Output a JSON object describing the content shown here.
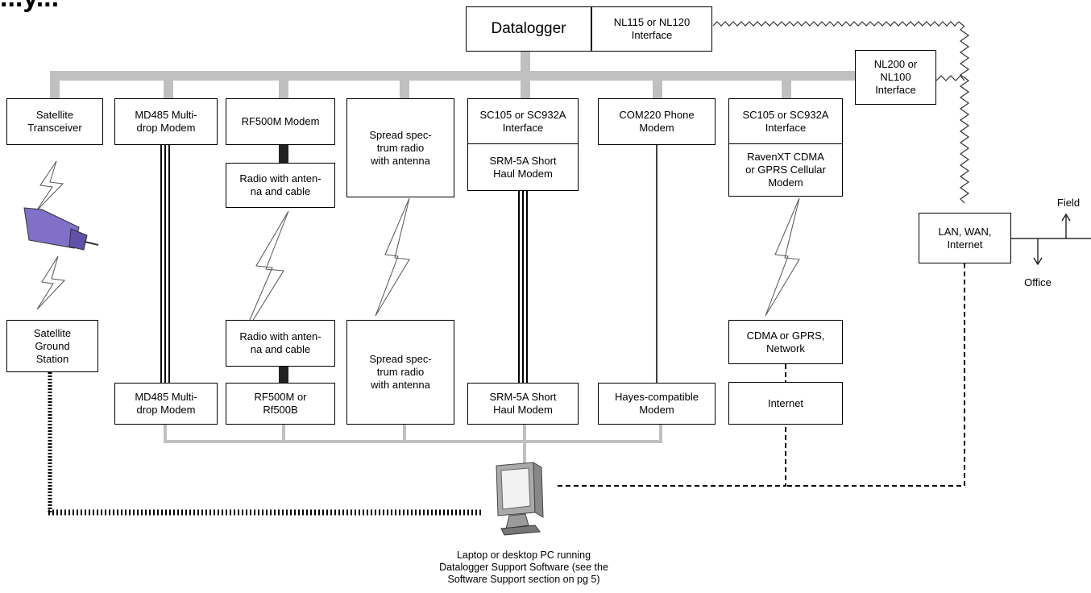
{
  "title_fragment": "...y...",
  "colors": {
    "bus": "#c0c0c0",
    "satellite": "#8070c8",
    "line": "#000000"
  },
  "datalogger": {
    "label": "Datalogger"
  },
  "interfaces": {
    "nl115": "NL115 or NL120\nInterface",
    "nl200": "NL200 or\nNL100\nInterface",
    "lan": "LAN, WAN,\nInternet",
    "field": "Field",
    "office": "Office"
  },
  "field_devices": [
    "Satellite\nTransceiver",
    "MD485 Multi-\ndrop Modem",
    "RF500M Modem",
    "Spread spec-\ntrum radio\nwith antenna",
    "SC105 or SC932A\nInterface",
    "COM220 Phone\nModem",
    "SC105 or SC932A\nInterface"
  ],
  "middle_devices": [
    "Radio with anten-\nna and cable",
    "SRM-5A Short\nHaul Modem",
    "RavenXT CDMA\nor GPRS Cellular\nModem"
  ],
  "remote_devices": [
    "Satellite\nGround\nStation",
    "MD485 Multi-\ndrop Modem",
    "Radio with anten-\nna and cable",
    "RF500M or\nRf500B",
    "Spread spec-\ntrum radio\nwith antenna",
    "SRM-5A Short\nHaul Modem",
    "Hayes-compatible\nModem",
    "CDMA or GPRS,\nNetwork",
    "Internet"
  ],
  "pc_caption": "Laptop or desktop PC running\nDatalogger Support Software (see the\nSoftware Support section on pg 5)"
}
